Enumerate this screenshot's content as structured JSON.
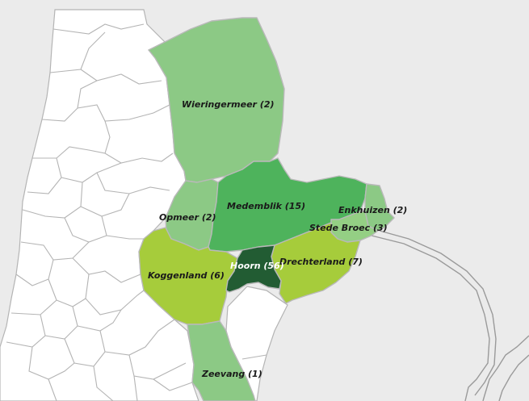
{
  "colors": {
    "background_water": "#ebebeb",
    "land": "#ffffff",
    "border": "#b4b4b4",
    "scale_1_2": "#8cc985",
    "scale_3": "#94cf84",
    "scale_6_7": "#a6cc3b",
    "scale_15": "#4eb35c",
    "scale_56": "#225c33"
  },
  "regions": [
    {
      "id": "wieringermeer",
      "label": "Wieringermeer (2)",
      "name": "Wieringermeer",
      "count": 2
    },
    {
      "id": "opmeer",
      "label": "Opmeer (2)",
      "name": "Opmeer",
      "count": 2
    },
    {
      "id": "medemblik",
      "label": "Medemblik (15)",
      "name": "Medemblik",
      "count": 15
    },
    {
      "id": "enkhuizen",
      "label": "Enkhuizen (2)",
      "name": "Enkhuizen",
      "count": 2
    },
    {
      "id": "stede-broec",
      "label": "Stede Broec (3)",
      "name": "Stede Broec",
      "count": 3
    },
    {
      "id": "koggenland",
      "label": "Koggenland (6)",
      "name": "Koggenland",
      "count": 6
    },
    {
      "id": "drechterland",
      "label": "Drechterland (7)",
      "name": "Drechterland",
      "count": 7
    },
    {
      "id": "hoorn",
      "label": "Hoorn (56)",
      "name": "Hoorn",
      "count": 56
    },
    {
      "id": "zeevang",
      "label": "Zeevang (1)",
      "name": "Zeevang",
      "count": 1
    }
  ]
}
